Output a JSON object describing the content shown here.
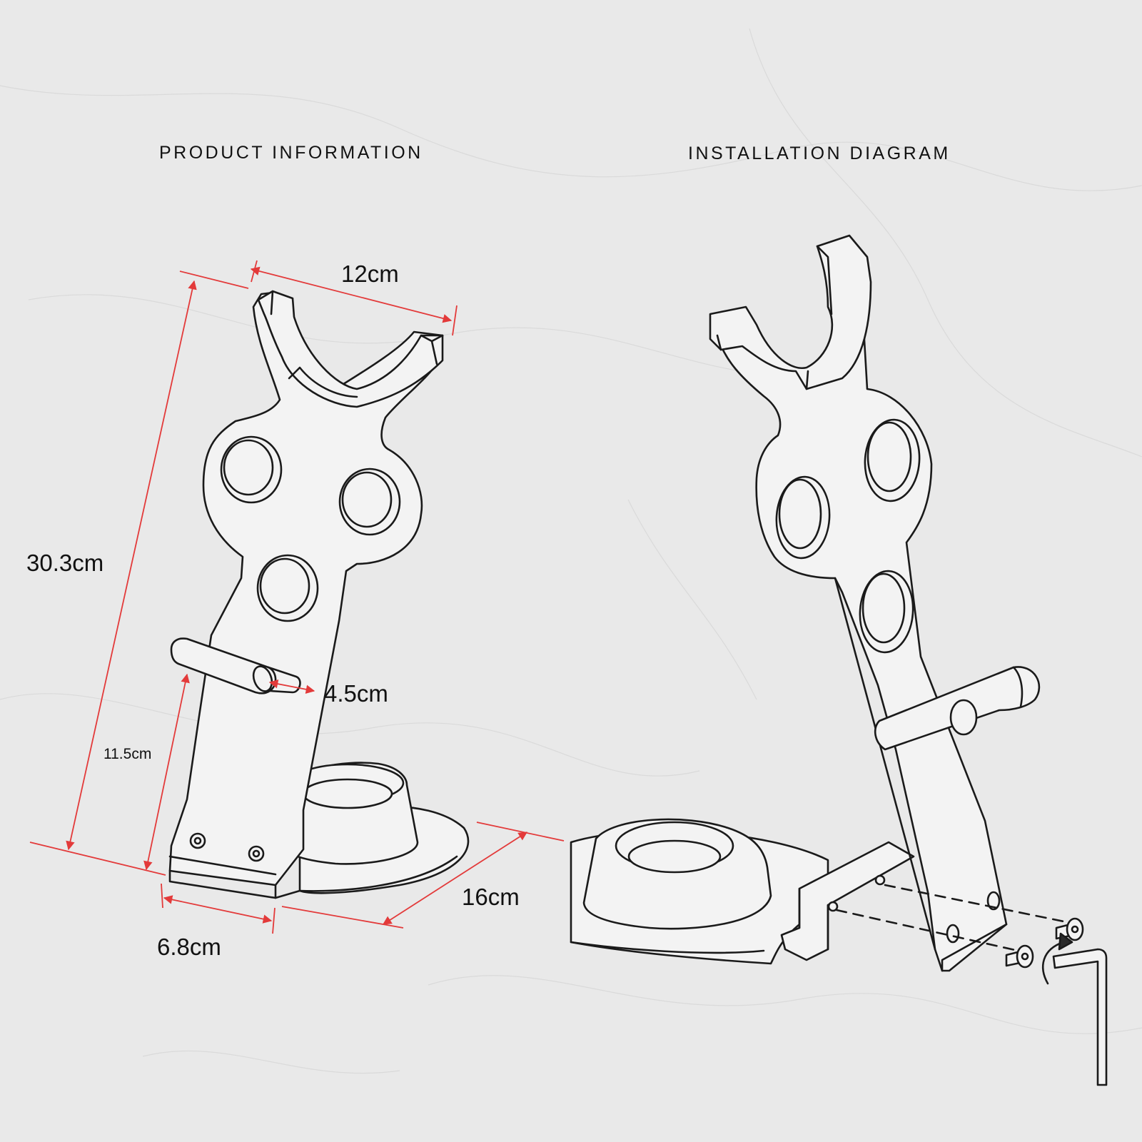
{
  "headings": {
    "left": "PRODUCT INFORMATION",
    "right": "INSTALLATION DIAGRAM"
  },
  "dimensions": {
    "width_top": "12cm",
    "height_total": "30.3cm",
    "peg_length": "4.5cm",
    "peg_height": "11.5cm",
    "base_width": "6.8cm",
    "base_depth": "16cm"
  },
  "colors": {
    "background": "#e9e9e9",
    "line": "#1a1a1a",
    "dimension": "#e33a3a"
  }
}
